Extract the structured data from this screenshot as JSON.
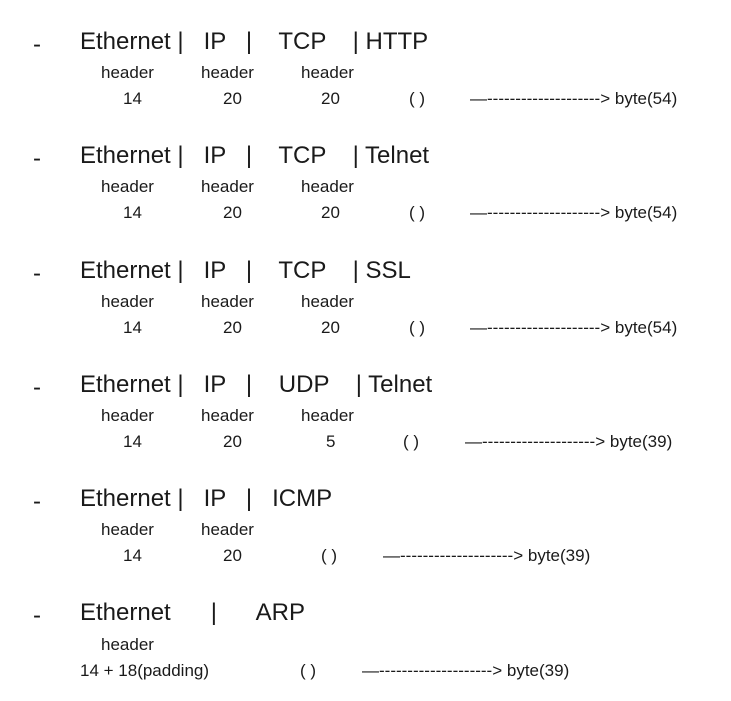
{
  "entries": [
    {
      "bullet": "-",
      "title": "Ethernet |   IP   |    TCP    | HTTP",
      "headers": [
        "header",
        "header",
        "header"
      ],
      "sizes": [
        "14",
        "20",
        "20"
      ],
      "paren": "( )",
      "arrow": "—--------------------> byte(54)"
    },
    {
      "bullet": "-",
      "title": "Ethernet |   IP   |    TCP    | Telnet",
      "headers": [
        "header",
        "header",
        "header"
      ],
      "sizes": [
        "14",
        "20",
        "20"
      ],
      "paren": "( )",
      "arrow": "—--------------------> byte(54)"
    },
    {
      "bullet": "-",
      "title": "Ethernet |   IP   |    TCP    | SSL",
      "headers": [
        "header",
        "header",
        "header"
      ],
      "sizes": [
        "14",
        "20",
        "20"
      ],
      "paren": "( )",
      "arrow": "—--------------------> byte(54)"
    },
    {
      "bullet": "-",
      "title": "Ethernet |   IP   |    UDP    | Telnet",
      "headers": [
        "header",
        "header",
        "header"
      ],
      "sizes": [
        "14",
        "20",
        "5"
      ],
      "paren": "( )",
      "arrow": "—--------------------> byte(39)"
    },
    {
      "bullet": "-",
      "title": "Ethernet |   IP   |   ICMP",
      "headers": [
        "header",
        "header"
      ],
      "sizes": [
        "14",
        "20"
      ],
      "paren": "( )",
      "arrow": "—--------------------> byte(39)"
    },
    {
      "bullet": "-",
      "title": "Ethernet      |      ARP",
      "headers": [
        "header"
      ],
      "sizes": [
        "14 + 18(padding)"
      ],
      "paren": "( )",
      "arrow": "—--------------------> byte(39)"
    }
  ]
}
